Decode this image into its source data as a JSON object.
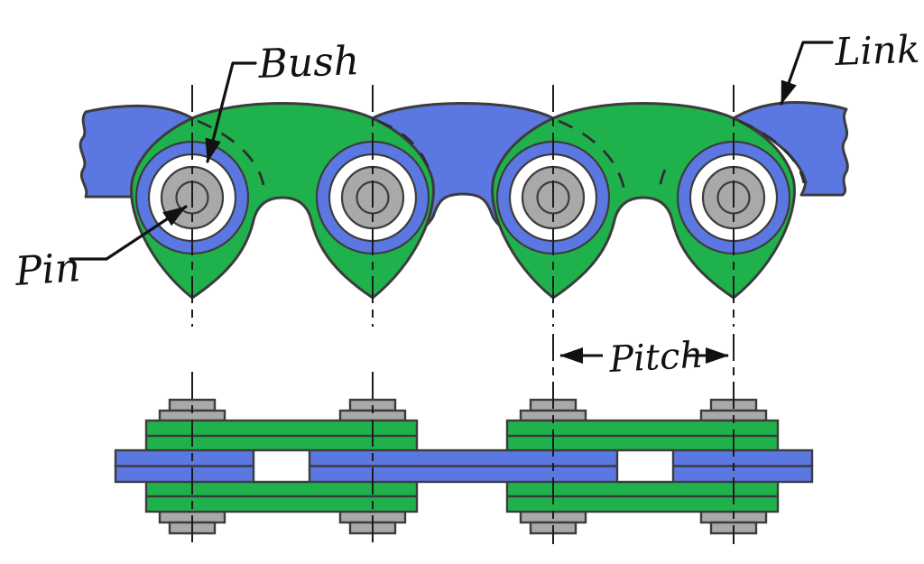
{
  "diagram": {
    "labels": {
      "bush": "Bush",
      "pin": "Pin",
      "link": "Link",
      "pitch": "Pitch"
    },
    "colors": {
      "green": "#1fb24c",
      "blue": "#5b78e2",
      "gray": "#a9a9a9",
      "outline": "#3c3c3c",
      "leader": "#111111",
      "background": "#ffffff"
    },
    "structure": {
      "pin_count": 4,
      "view_count": 2
    }
  }
}
